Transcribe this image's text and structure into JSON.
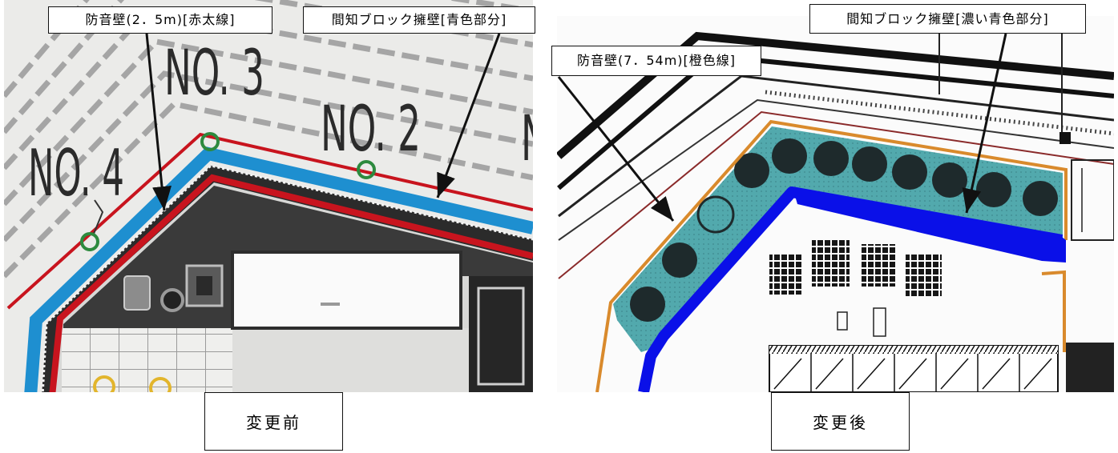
{
  "before_panel": {
    "caption": "変更前",
    "callout_noise_wall": "防音壁(2．5m)[赤太線]",
    "callout_retaining_wall": "間知ブロック擁壁[青色部分]",
    "map_labels": [
      "NO. 4",
      "NO. 3",
      "NO. 2",
      "N"
    ]
  },
  "after_panel": {
    "caption": "変更後",
    "callout_retaining_wall": "間知ブロック擁壁[濃い青色部分]",
    "callout_noise_wall": "防音壁(7．54m)[橙色線]"
  },
  "colors": {
    "noise_wall_before": "#c8141e",
    "retaining_wall_before": "#1e8fd0",
    "noise_wall_after": "#d98a2c",
    "retaining_wall_after": "#0a10e8",
    "retaining_area_after": "#52a9ad",
    "marker_circle": "#2d8a3e",
    "arrow": "#111111"
  }
}
